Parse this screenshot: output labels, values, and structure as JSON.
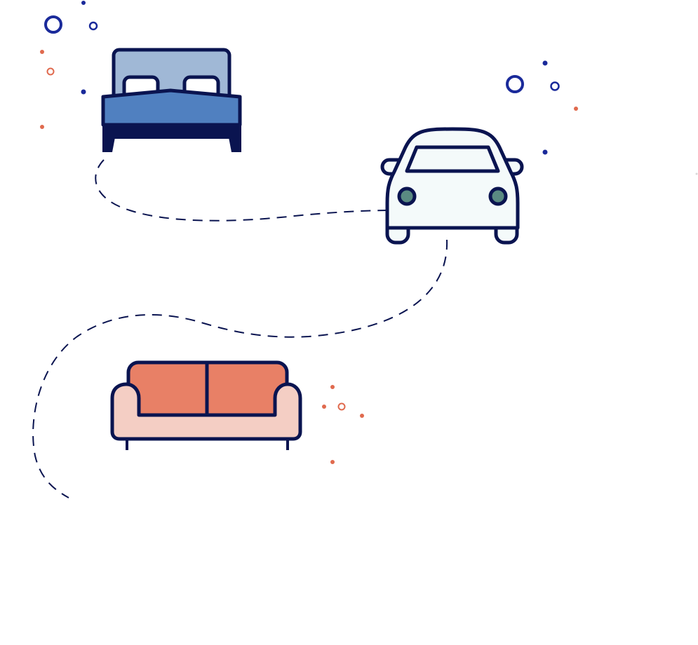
{
  "palette": {
    "navy": "#0a1450",
    "blue_dot": "#1a2a9a",
    "coral_dot": "#e06a4e",
    "bed_headboard": "#a0b8d6",
    "bed_blanket": "#5080c0",
    "car_body": "#f4fafa",
    "car_headlight": "#5a8a82",
    "sofa_cushion": "#e88066",
    "sofa_body": "#f4cec4",
    "background": "#ffffff"
  },
  "illustration": {
    "objects": [
      "bed-icon",
      "car-icon",
      "sofa-icon"
    ],
    "connector": "dashed-path",
    "decorations": [
      "dots",
      "rings"
    ]
  }
}
